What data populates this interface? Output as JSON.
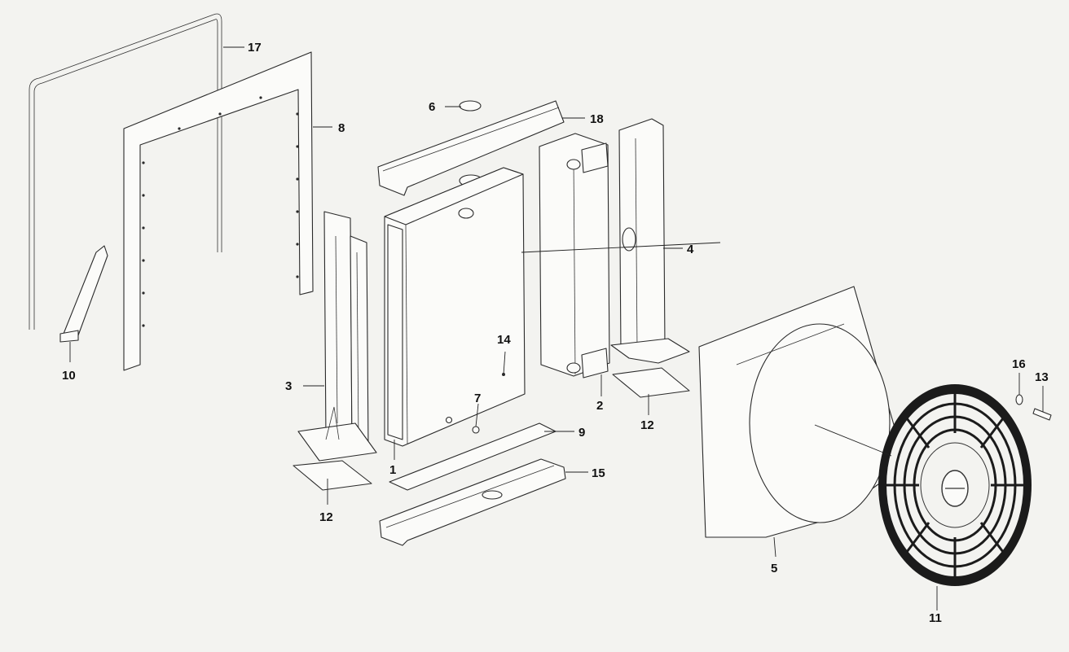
{
  "diagram": {
    "type": "exploded-parts-view",
    "callouts": [
      {
        "id": "1",
        "label": "1"
      },
      {
        "id": "2",
        "label": "2"
      },
      {
        "id": "3",
        "label": "3"
      },
      {
        "id": "4",
        "label": "4"
      },
      {
        "id": "5",
        "label": "5"
      },
      {
        "id": "6",
        "label": "6"
      },
      {
        "id": "7",
        "label": "7"
      },
      {
        "id": "8",
        "label": "8"
      },
      {
        "id": "9",
        "label": "9"
      },
      {
        "id": "10",
        "label": "10"
      },
      {
        "id": "11",
        "label": "11"
      },
      {
        "id": "12a",
        "label": "12"
      },
      {
        "id": "12b",
        "label": "12"
      },
      {
        "id": "13",
        "label": "13"
      },
      {
        "id": "14",
        "label": "14"
      },
      {
        "id": "15",
        "label": "15"
      },
      {
        "id": "16",
        "label": "16"
      },
      {
        "id": "17",
        "label": "17"
      },
      {
        "id": "18",
        "label": "18"
      }
    ]
  }
}
